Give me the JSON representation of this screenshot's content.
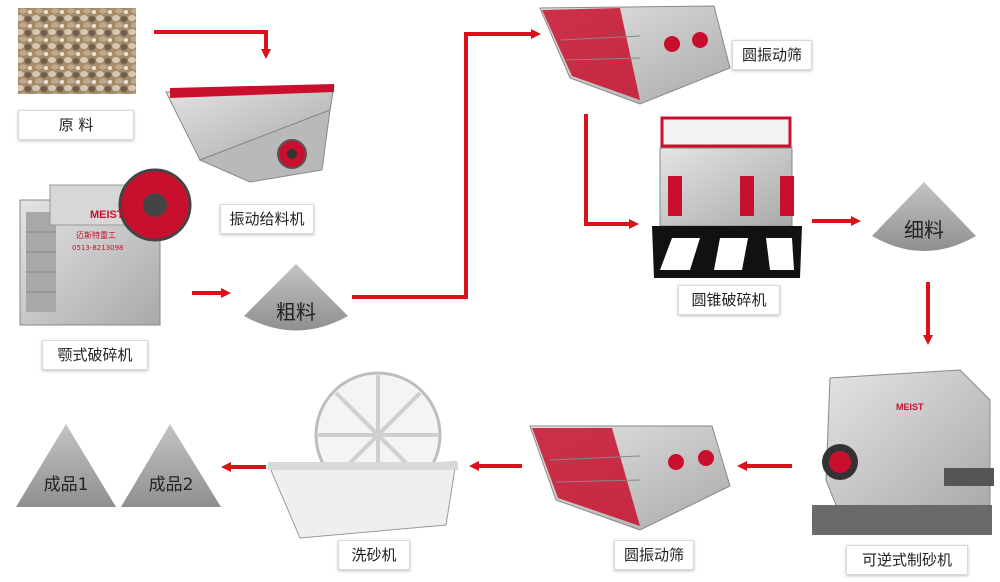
{
  "nodes": {
    "raw_material": "原 料",
    "vibrating_feeder": "振动给料机",
    "jaw_crusher": "颚式破碎机",
    "coarse_material": "粗料",
    "vibrating_screen_top": "圆振动筛",
    "cone_crusher": "圆锥破碎机",
    "fine_material": "细料",
    "reversible_sand_maker": "可逆式制砂机",
    "vibrating_screen_bottom": "圆振动筛",
    "sand_washer": "洗砂机",
    "product_1": "成品1",
    "product_2": "成品2"
  },
  "machine_marks": {
    "jaw_brand": "MEIST",
    "jaw_brand_cn": "迈斯特重工",
    "jaw_phone": "0513-8213098",
    "sand_maker_brand": "MEIST"
  },
  "colors": {
    "arrow": "#d8121b",
    "pile": "#9e9e9e",
    "machine_gray": "#c9c9c9",
    "machine_red": "#c8102e"
  }
}
